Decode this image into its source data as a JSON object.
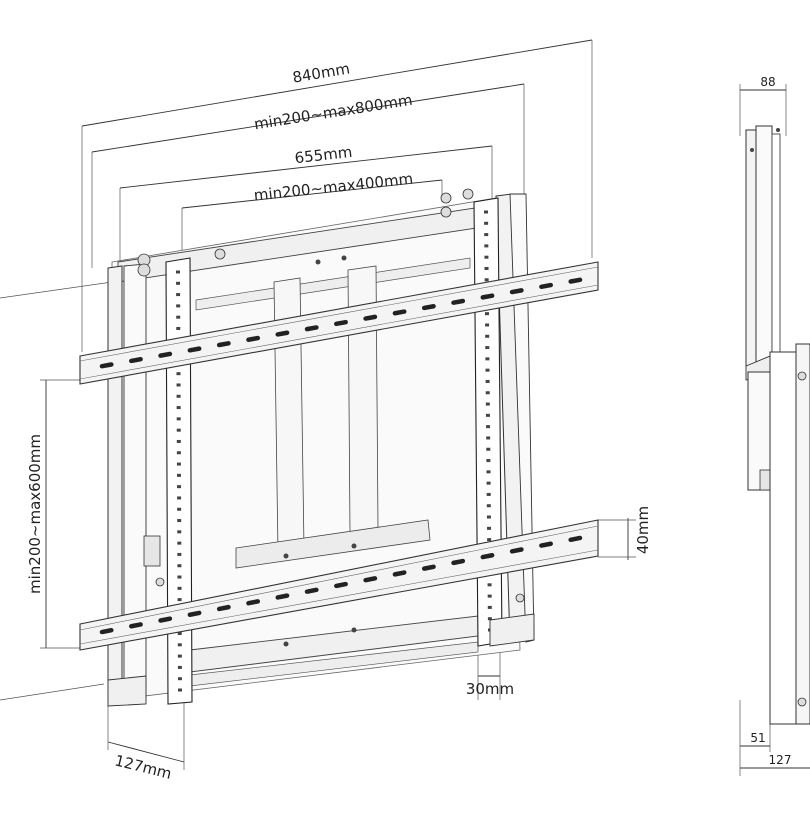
{
  "dimensions": {
    "overall_width": "840mm",
    "rail_adjust": "min200~max800mm",
    "inner_width": "655mm",
    "inner_adjust": "min200~max400mm",
    "vertical_adjust": "min200~max600mm",
    "rail_height": "40mm",
    "upright_width": "30mm",
    "depth_front": "127mm",
    "side_top": "88",
    "side_bottom_inner": "51",
    "side_bottom_outer": "127"
  }
}
